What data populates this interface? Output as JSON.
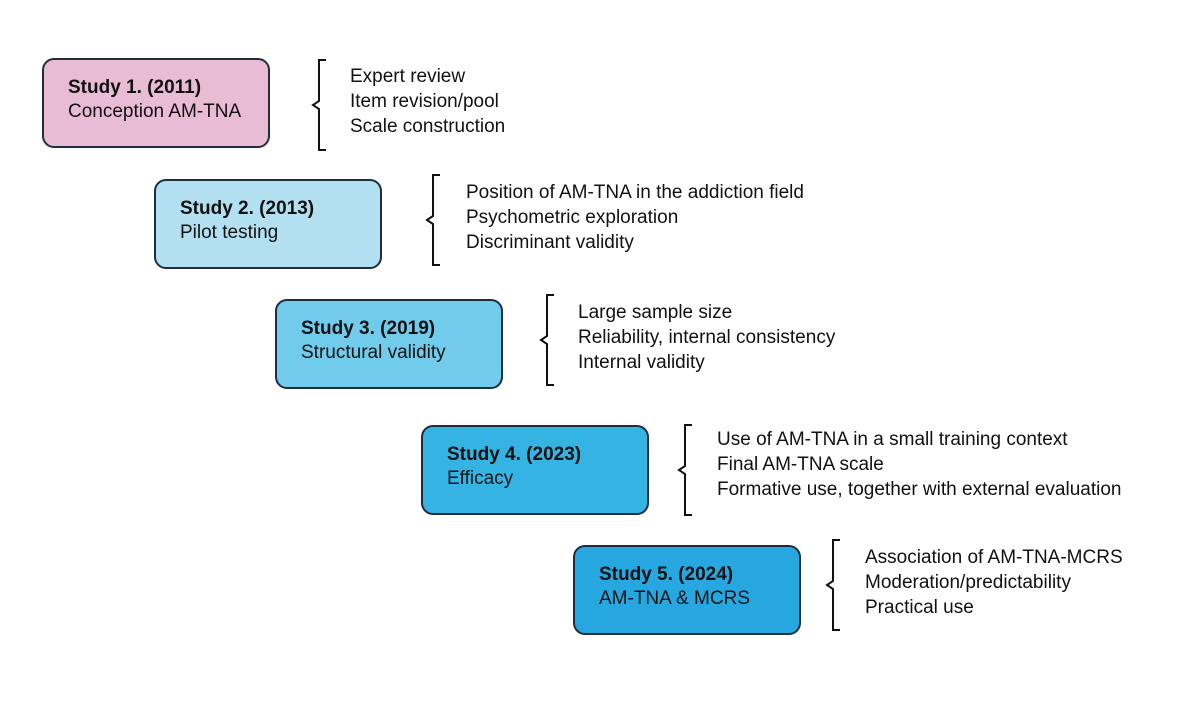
{
  "studies": [
    {
      "title": "Study 1. (2011)",
      "subtitle": "Conception AM-TNA",
      "color": "#e9bcd6",
      "items": [
        "Expert review",
        "Item revision/pool",
        "Scale construction"
      ]
    },
    {
      "title": "Study 2. (2013)",
      "subtitle": "Pilot testing",
      "color": "#b3e0f1",
      "items": [
        "Position of AM-TNA in the addiction field",
        "Psychometric exploration",
        "Discriminant validity"
      ]
    },
    {
      "title": "Study 3. (2019)",
      "subtitle": "Structural validity",
      "color": "#71cbea",
      "items": [
        "Large sample size",
        "Reliability, internal consistency",
        "Internal validity"
      ]
    },
    {
      "title": "Study 4. (2023)",
      "subtitle": "Efficacy",
      "color": "#35b3e2",
      "items": [
        "Use of AM-TNA in a small training context",
        "Final AM-TNA scale",
        "Formative use, together with external evaluation"
      ]
    },
    {
      "title": "Study 5. (2024)",
      "subtitle": "AM-TNA & MCRS",
      "color": "#26a7df",
      "items": [
        "Association of AM-TNA-MCRS",
        "Moderation/predictability",
        "Practical use"
      ]
    }
  ]
}
